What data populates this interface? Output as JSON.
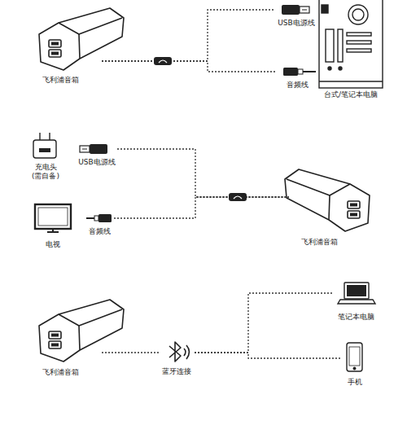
{
  "diagram": {
    "nodes": [
      {
        "text": [
          "飞利浦音箱"
        ]
      },
      {
        "text": [
          "USB电源线"
        ]
      },
      {
        "text": [
          "音频线"
        ]
      },
      {
        "text": [
          "台式/笔记本电脑"
        ]
      },
      {
        "text": [
          "充电头",
          "(需自备)"
        ]
      },
      {
        "text": [
          "USB电源线"
        ]
      },
      {
        "text": [
          "电视"
        ]
      },
      {
        "text": [
          "音频线"
        ]
      },
      {
        "text": [
          "飞利浦音箱"
        ]
      },
      {
        "text": [
          "飞利浦音箱"
        ]
      },
      {
        "text": [
          "蓝牙连接"
        ]
      },
      {
        "text": [
          "笔记本电脑"
        ]
      },
      {
        "text": [
          "手机"
        ]
      }
    ],
    "edges": [
      {
        "from": 0,
        "to": 1,
        "arrow": "none"
      },
      {
        "from": 0,
        "to": 2,
        "arrow": "none"
      },
      {
        "from": 5,
        "to": 8,
        "arrow": "none"
      },
      {
        "from": 7,
        "to": 8,
        "arrow": "none"
      },
      {
        "from": 9,
        "to": 10,
        "arrow": "none"
      },
      {
        "from": 10,
        "to": 11,
        "arrow": "none"
      },
      {
        "from": 10,
        "to": 12,
        "arrow": "none"
      }
    ]
  }
}
